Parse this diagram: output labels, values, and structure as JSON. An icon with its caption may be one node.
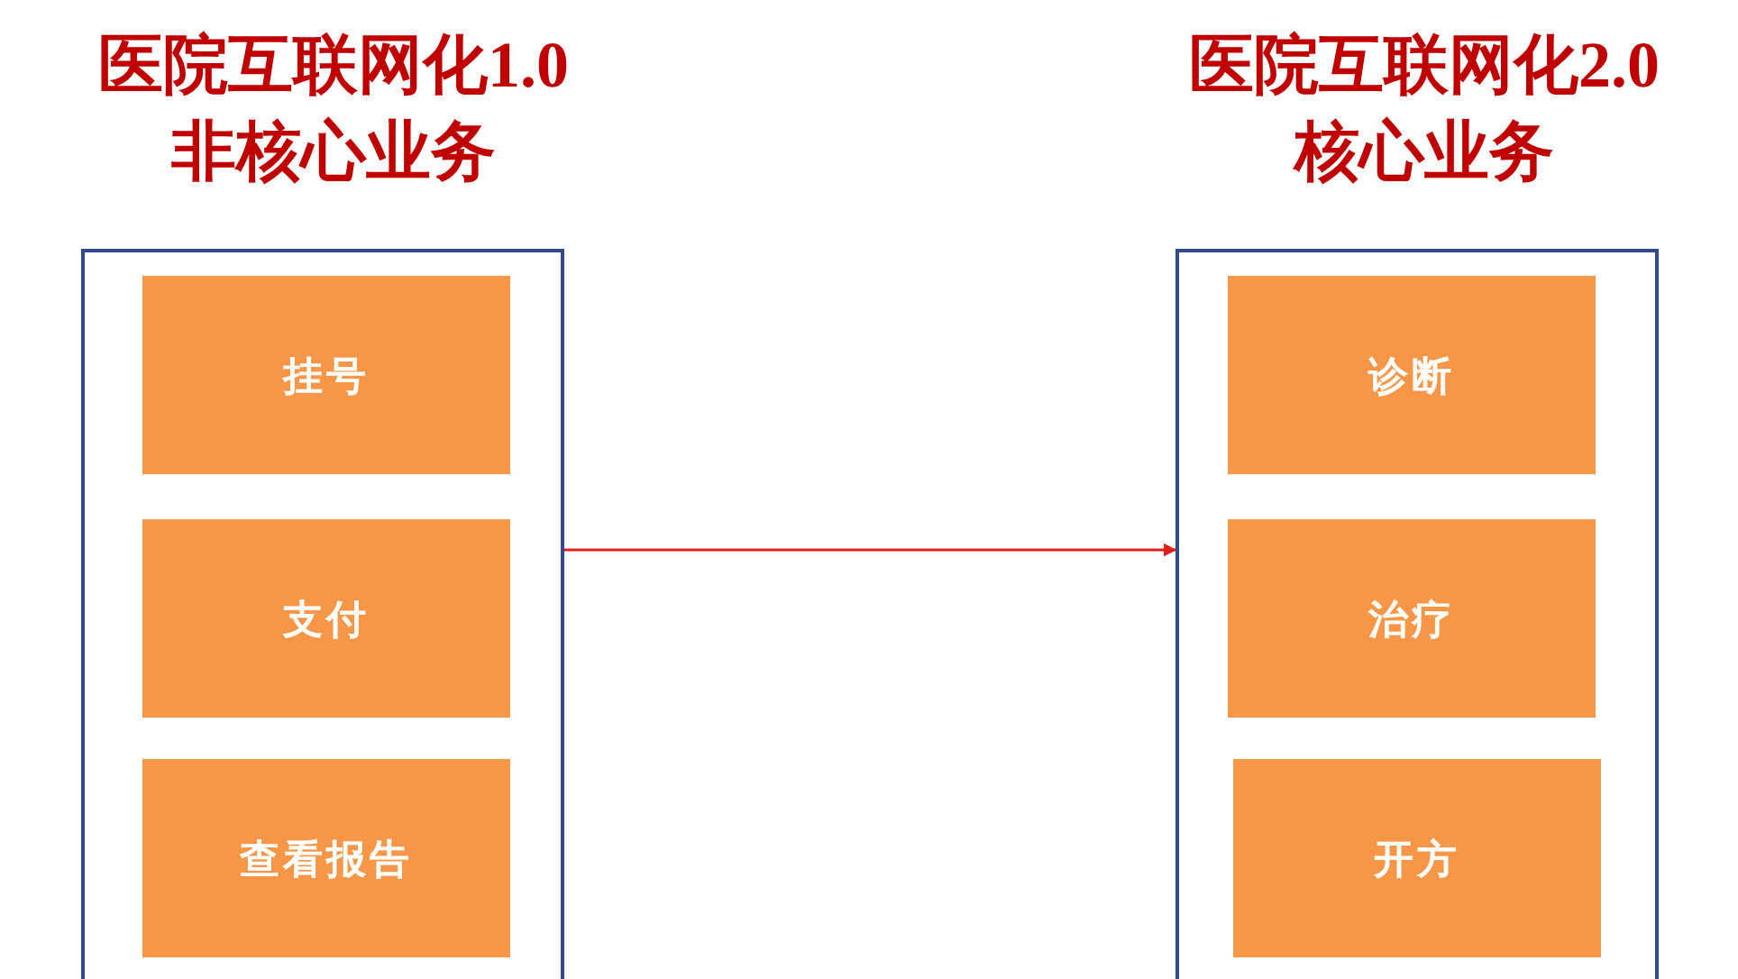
{
  "diagram": {
    "nodes": [
      {
        "text": [
          "医院互联网化1.0",
          "非核心业务"
        ]
      },
      {
        "text": [
          "挂号"
        ],
        "in": 0
      },
      {
        "text": [
          "支付"
        ],
        "in": 0
      },
      {
        "text": [
          "查看报告"
        ],
        "in": 0
      },
      {
        "text": [
          "医院互联网化2.0",
          "核心业务"
        ]
      },
      {
        "text": [
          "诊断"
        ],
        "in": 4
      },
      {
        "text": [
          "治疗"
        ],
        "in": 4
      },
      {
        "text": [
          "开方"
        ],
        "in": 4
      }
    ],
    "edges": [
      {
        "from": 0,
        "to": 4,
        "arrow": "to",
        "color": "#e0201b"
      }
    ]
  }
}
